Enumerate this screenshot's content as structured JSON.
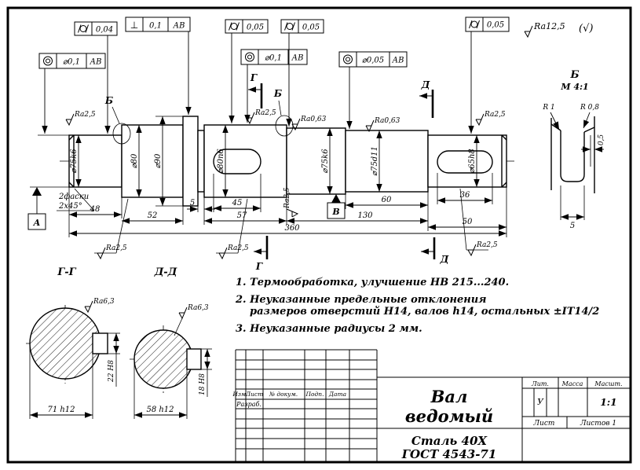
{
  "sheet": {
    "general_roughness": "Ra12,5",
    "check": "(√)"
  },
  "frames": {
    "f1": {
      "value": "0,04"
    },
    "f2": {
      "sym": "⊥",
      "value": "0,1",
      "datum": "АВ"
    },
    "f3": {
      "value": "0,05"
    },
    "f4": {
      "value": "0,05"
    },
    "f5": {
      "value": "0,05"
    },
    "c1": {
      "value": "⌀0,1",
      "datum": "АВ"
    },
    "c2": {
      "value": "⌀0,1",
      "datum": "АВ"
    },
    "c3": {
      "value": "⌀0,05",
      "datum": "АВ"
    }
  },
  "datums": {
    "a": "А",
    "b": "Б",
    "v": "В",
    "g": "Г",
    "d": "Д"
  },
  "views": {
    "gg": "Г-Г",
    "dd": "Д-Д",
    "detail": "Б",
    "detail_scale": "М 4:1"
  },
  "diam": {
    "d1": "⌀75k6",
    "d2": "⌀80",
    "d3": "⌀90",
    "d4": "⌀80n6",
    "d5": "⌀75k6",
    "d6": "⌀75d11",
    "d7": "⌀65h8"
  },
  "len": {
    "l48": "48",
    "l52": "52",
    "l5": "5",
    "l45": "45",
    "l57": "57",
    "l60": "60",
    "l36": "36",
    "l130": "130",
    "l50": "50",
    "l360": "360"
  },
  "chamfer": {
    "line1": "2фаски",
    "line2": "2x45°"
  },
  "rough": {
    "ra25": "Ra2,5",
    "ra063": "Ra0,63",
    "ra63": "Ra6,3"
  },
  "gg": {
    "width": "71 h12",
    "key": "22 H8"
  },
  "dd": {
    "width": "58 h12",
    "key": "18 H8"
  },
  "detail": {
    "r1": "R 1",
    "r08": "R 0,8",
    "depth": "0,5",
    "width": "5"
  },
  "notes": {
    "n1": "1. Термообработка, улучшение НВ 215...240.",
    "n2a": "2. Неуказанные предельные отклонения",
    "n2b": "размеров отверстий Н14, валов h14, остальных ±IT14/2",
    "n3": "3. Неуказанные радиусы 2 мм."
  },
  "titleblock": {
    "name1": "Вал",
    "name2": "ведомый",
    "material1": "Сталь 40Х",
    "material2": "ГОСТ 4543-71",
    "lit": "Лит.",
    "mass": "Масса",
    "scale": "Масшт.",
    "lit_value": "У",
    "scale_value": "1:1",
    "sheet": "Лист",
    "sheets": "Листов 1",
    "izm": "Изм.",
    "list": "Лист",
    "docnum": "№ докум.",
    "sign": "Подп.",
    "date": "Дата",
    "razrab": "Разраб."
  }
}
